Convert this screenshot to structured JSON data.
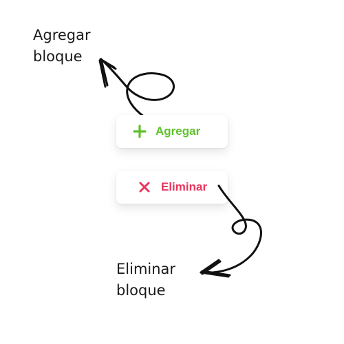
{
  "annotations": {
    "add": [
      "Agregar",
      "bloque"
    ],
    "delete": [
      "Eliminar",
      "bloque"
    ]
  },
  "buttons": {
    "add": {
      "label": "Agregar",
      "icon": "plus-icon",
      "color": "#5fc12b"
    },
    "delete": {
      "label": "Eliminar",
      "icon": "close-icon",
      "color": "#e8365d"
    }
  },
  "colors": {
    "annotation_text": "#1a1a1a",
    "arrow": "#111111",
    "background": "#ffffff"
  }
}
